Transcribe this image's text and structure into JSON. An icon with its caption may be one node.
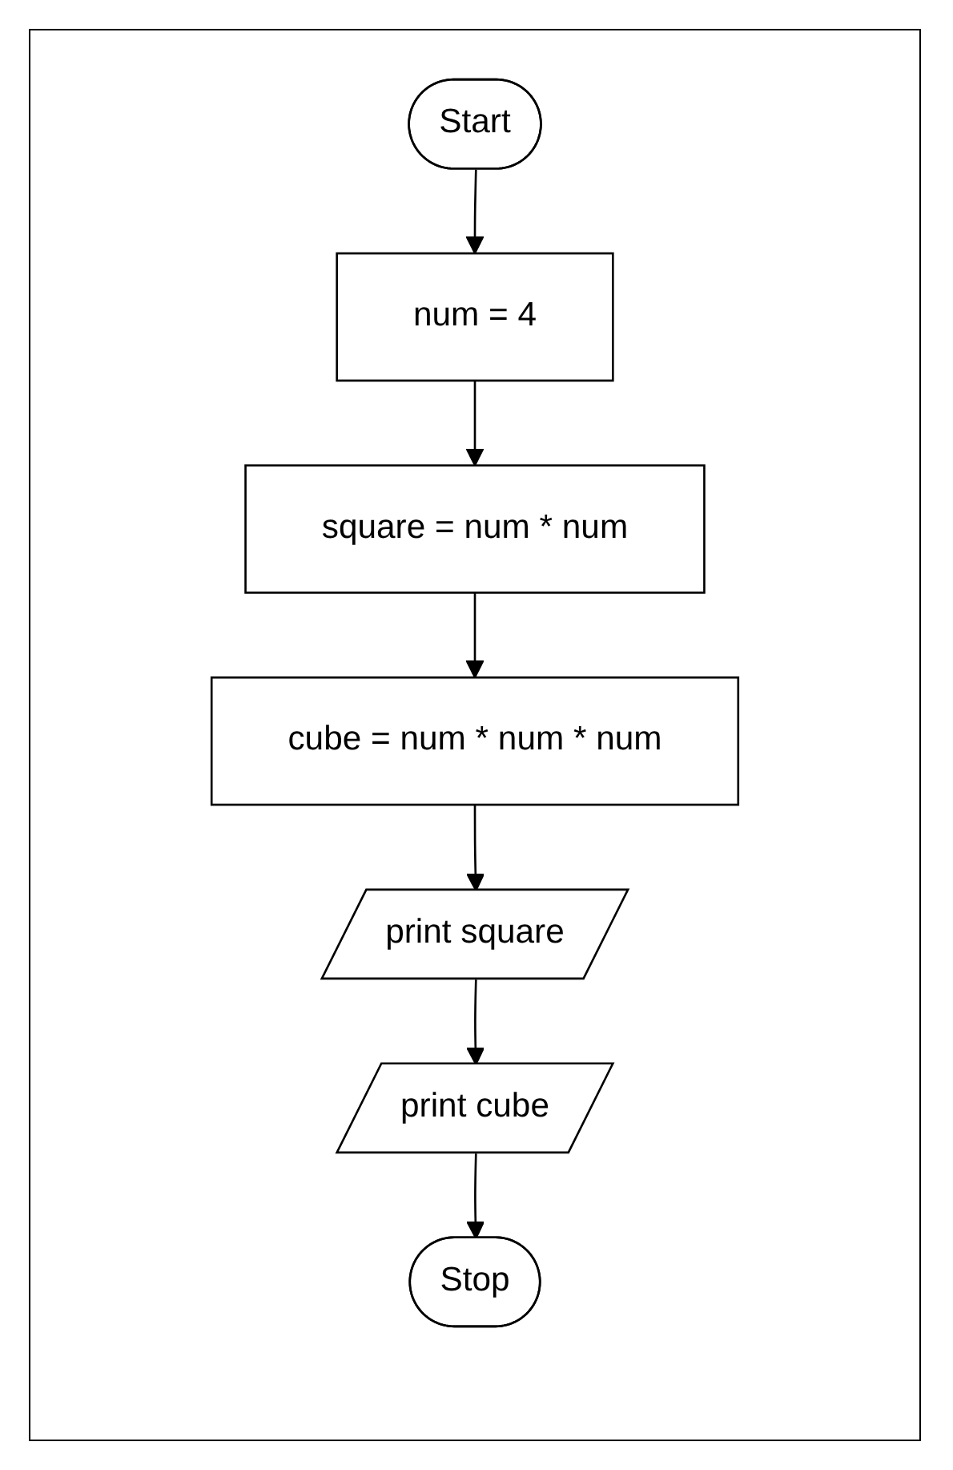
{
  "diagram": {
    "nodes": [
      {
        "text": [
          "Start"
        ]
      },
      {
        "text": [
          "num = 4"
        ]
      },
      {
        "text": [
          "square = num * num"
        ]
      },
      {
        "text": [
          "cube = num * num * num"
        ]
      },
      {
        "text": [
          "print square"
        ]
      },
      {
        "text": [
          "print cube"
        ]
      },
      {
        "text": [
          "Stop"
        ]
      }
    ],
    "edges": [
      {
        "from": 0,
        "to": 1,
        "arrow": "to"
      },
      {
        "from": 1,
        "to": 2,
        "arrow": "to"
      },
      {
        "from": 2,
        "to": 3,
        "arrow": "to"
      },
      {
        "from": 3,
        "to": 4,
        "arrow": "to"
      },
      {
        "from": 4,
        "to": 5,
        "arrow": "to"
      },
      {
        "from": 5,
        "to": 6,
        "arrow": "to"
      }
    ]
  }
}
